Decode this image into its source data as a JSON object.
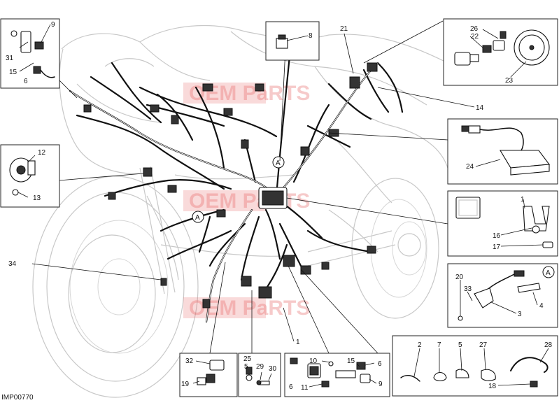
{
  "diagram_code": "IMP00770",
  "watermark": "OEM PaRTS",
  "callout_letter": "A",
  "callouts": [
    "1",
    "2",
    "3",
    "4",
    "5",
    "6",
    "7",
    "8",
    "9",
    "10",
    "11",
    "12",
    "13",
    "14",
    "15",
    "16",
    "17",
    "18",
    "19",
    "20",
    "21",
    "22",
    "23",
    "24",
    "25",
    "26",
    "27",
    "28",
    "29",
    "30",
    "31",
    "32",
    "33",
    "34"
  ],
  "labels": {
    "l9_top": "9",
    "l31": "31",
    "l15_top": "15",
    "l6_top": "6",
    "l8": "8",
    "l21": "21",
    "l26": "26",
    "l22": "22",
    "l23": "23",
    "l14": "14",
    "l12": "12",
    "l13": "13",
    "l24": "24",
    "l16": "16",
    "l17": "17",
    "l34": "34",
    "l20": "20",
    "l33": "33",
    "l3": "3",
    "l4": "4",
    "l1": "1",
    "l2": "2",
    "l7": "7",
    "l5": "5",
    "l27": "27",
    "l28": "28",
    "l18": "18",
    "l32": "32",
    "l19": "19",
    "l25": "25",
    "l29": "29",
    "l30": "30",
    "l10": "10",
    "l15_bot": "15",
    "l6_bot_r": "6",
    "l6_bot_l": "6",
    "l11": "11",
    "l9_bot": "9"
  }
}
